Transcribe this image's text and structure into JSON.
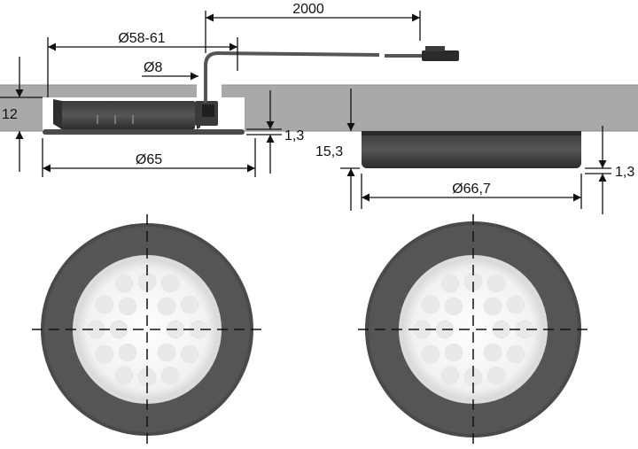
{
  "dimensions": {
    "cable_length": "2000",
    "cutout_diameter": "Ø58-61",
    "cable_diameter": "Ø8",
    "recess_depth": "12",
    "flange_left": "1,3",
    "outer_diameter_recessed": "Ø65",
    "surface_height": "15,3",
    "flange_right": "1,3",
    "outer_diameter_surface": "Ø66,7"
  },
  "colors": {
    "panel": "#a9a9a9",
    "panel_edge": "#8c8c8c",
    "housing": "#4a4a4a",
    "housing_dark": "#2f2f2f",
    "lens": "#f4f4f4",
    "dimension_line": "#111111"
  }
}
